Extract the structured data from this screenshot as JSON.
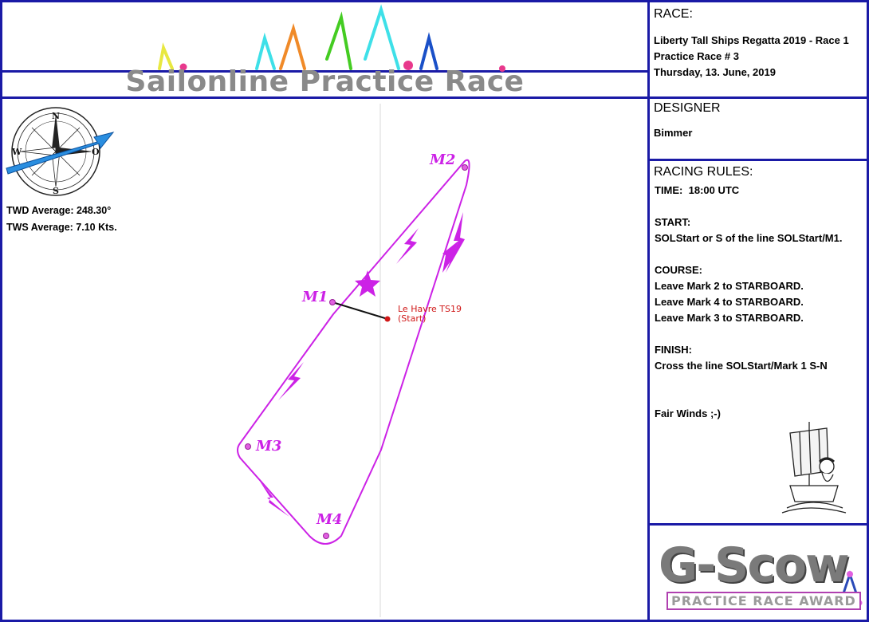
{
  "banner": {
    "title": "Sailonline Practice Race"
  },
  "race": {
    "heading": "RACE:",
    "line1": "Liberty Tall Ships Regatta 2019 - Race 1",
    "line2": "Practice Race # 3",
    "line3": "Thursday, 13. June, 2019"
  },
  "designer": {
    "heading": "DESIGNER",
    "name": "Bimmer"
  },
  "rules": {
    "heading": "RACING RULES:",
    "time": "TIME:  18:00 UTC",
    "start_label": "START:",
    "start_text": "SOLStart or S of the line SOLStart/M1.",
    "course_label": "COURSE:",
    "course_lines": [
      "Leave Mark 2 to STARBOARD.",
      "Leave Mark 4 to STARBOARD.",
      "Leave Mark 3 to STARBOARD."
    ],
    "finish_label": "FINISH:",
    "finish_text": "Cross the line SOLStart/Mark 1 S-N",
    "closing": "Fair Winds ;-)"
  },
  "wind": {
    "twd": "TWD Average:  248.30°",
    "tws": "TWS Average: 7.10 Kts."
  },
  "compass": {
    "n": "N",
    "s": "S",
    "w": "W",
    "o": "O"
  },
  "map": {
    "marks": {
      "m1": "M1",
      "m2": "M2",
      "m3": "M3",
      "m4": "M4"
    },
    "start_name": "Le Havre TS19",
    "start_sub": "(Start)",
    "course_color": "#cc22e6",
    "start_color": "#d01818"
  },
  "award": {
    "title": "G-Scow",
    "subtitle": "PRACTICE RACE AWARD"
  },
  "colors": {
    "frame": "#1a1aa6",
    "arrow": "#2a8ee0"
  }
}
